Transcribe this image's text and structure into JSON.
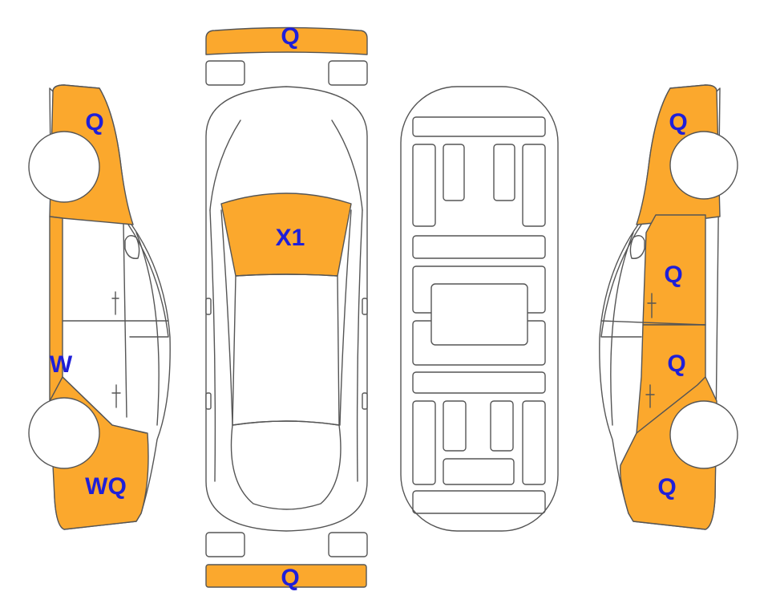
{
  "colors": {
    "damage_fill": "#FBA82D",
    "outline": "#555555",
    "label": "#1F1FD8",
    "background": "#FFFFFF"
  },
  "labels": {
    "front_bumper": "Q",
    "rear_bumper": "Q",
    "windshield": "X1",
    "left_front_fender": "Q",
    "left_side_sill": "W",
    "left_rear_quarter": "WQ",
    "right_front_fender": "Q",
    "right_front_door": "Q",
    "right_rear_door": "Q",
    "right_rear_quarter": "Q"
  }
}
